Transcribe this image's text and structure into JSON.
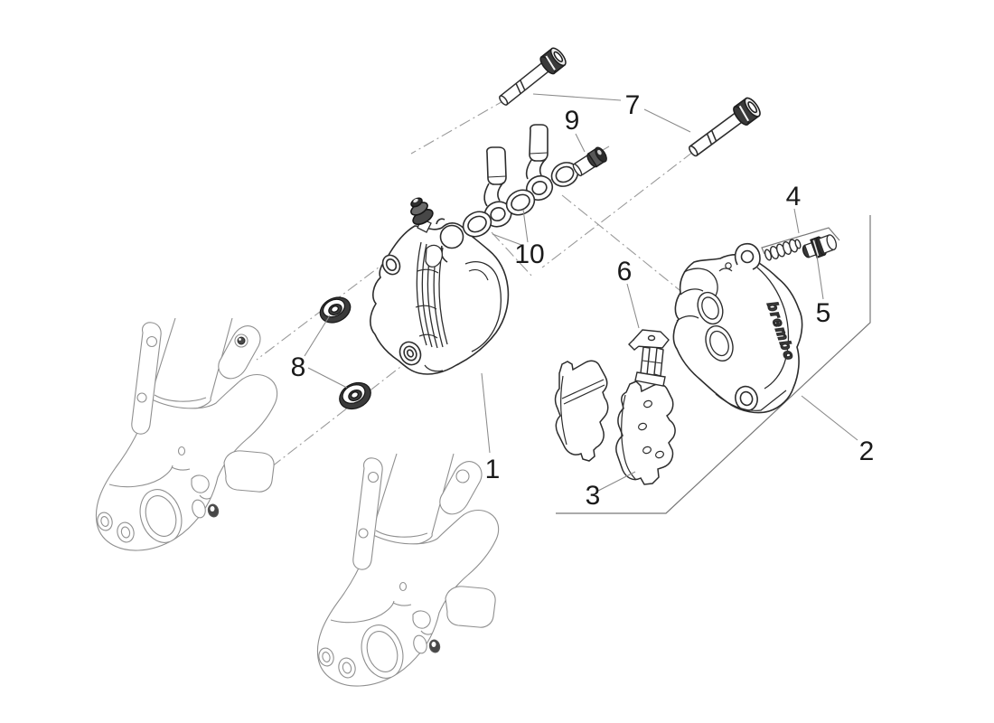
{
  "diagram": {
    "background_color": "#ffffff",
    "part_line_color": "#2d2d2d",
    "fork_line_color": "#909090",
    "centerline_color": "#9a9a9a",
    "leader_line_color": "#8a8a8a",
    "label_color": "#1a1a1a",
    "brand_text": "brembo",
    "callouts": [
      {
        "label": "1"
      },
      {
        "label": "2"
      },
      {
        "label": "3"
      },
      {
        "label": "4"
      },
      {
        "label": "5"
      },
      {
        "label": "6"
      },
      {
        "label": "7"
      },
      {
        "label": "8"
      },
      {
        "label": "9"
      },
      {
        "label": "10"
      }
    ]
  }
}
